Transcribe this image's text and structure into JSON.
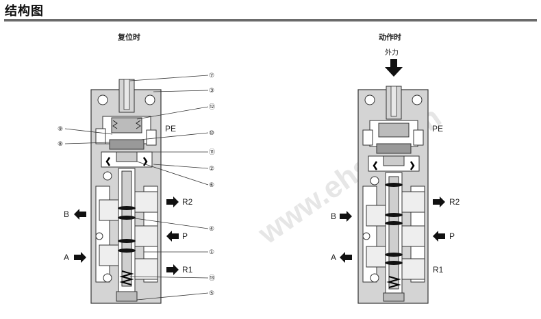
{
  "header": {
    "title": "结构图"
  },
  "left_view": {
    "caption": "复位时",
    "port_labels": {
      "pe": "PE",
      "r2": "R2",
      "p": "P",
      "r1": "R1",
      "b": "B",
      "a": "A"
    },
    "callouts": [
      "⑦",
      "③",
      "⑫",
      "⑨",
      "⑧",
      "⑩",
      "⑪",
      "②",
      "⑥",
      "④",
      "①",
      "⑬",
      "⑤"
    ]
  },
  "right_view": {
    "caption": "动作时",
    "force_label": "外力",
    "port_labels": {
      "pe": "PE",
      "r2": "R2",
      "p": "P",
      "r1": "R1",
      "b": "B",
      "a": "A"
    }
  },
  "watermark": "www.ehsy.com",
  "colors": {
    "body": "#d9d9d9",
    "outline": "#333333",
    "bar": "#6a6a6a"
  }
}
